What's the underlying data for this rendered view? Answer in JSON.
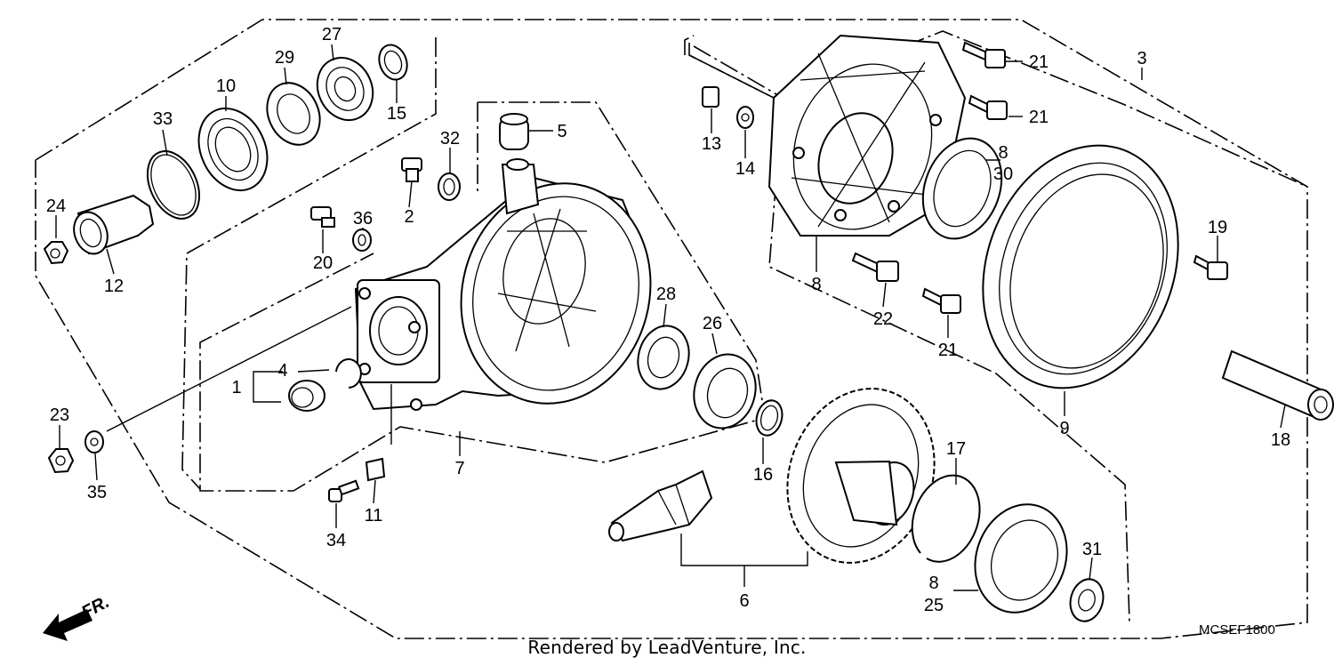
{
  "diagram_code": "MCSEF1800",
  "footer": "Rendered by LeadVenture, Inc.",
  "direction_indicator": "FR.",
  "callouts": {
    "c1": "1",
    "c2": "2",
    "c3": "3",
    "c4": "4",
    "c5": "5",
    "c6": "6",
    "c7": "7",
    "c8a": "8",
    "c8b": "8",
    "c8c": "8",
    "c9": "9",
    "c10": "10",
    "c11": "11",
    "c12": "12",
    "c13": "13",
    "c14": "14",
    "c15": "15",
    "c16": "16",
    "c17": "17",
    "c18": "18",
    "c19": "19",
    "c20": "20",
    "c21a": "21",
    "c21b": "21",
    "c21c": "21",
    "c22": "22",
    "c23": "23",
    "c24": "24",
    "c25": "25",
    "c26": "26",
    "c27": "27",
    "c28": "28",
    "c29": "29",
    "c30": "30",
    "c31": "31",
    "c32": "32",
    "c33": "33",
    "c34": "34",
    "c35": "35",
    "c36": "36"
  },
  "icons": [
    "front-direction-arrow-icon"
  ]
}
